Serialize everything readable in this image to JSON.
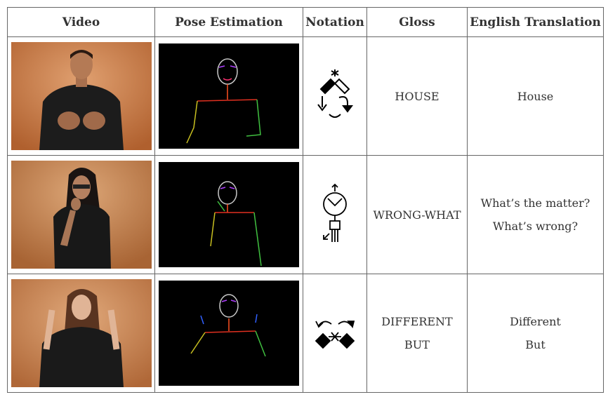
{
  "headers": {
    "video": "Video",
    "pose": "Pose Estimation",
    "notation": "Notation",
    "gloss": "Gloss",
    "translation": "English Translation"
  },
  "rows": [
    {
      "gloss": [
        "HOUSE"
      ],
      "translation": [
        "House"
      ]
    },
    {
      "gloss": [
        "WRONG-WHAT"
      ],
      "translation": [
        "What’s the matter?",
        "What’s wrong?"
      ]
    },
    {
      "gloss": [
        "DIFFERENT",
        "BUT"
      ],
      "translation": [
        "Different",
        "But"
      ]
    }
  ],
  "colors": {
    "video_background": "#c97a45",
    "pose_background": "#000000",
    "border": "#666666"
  },
  "icons": {
    "row1_notation": "house-sign-notation-icon",
    "row2_notation": "wrong-what-sign-notation-icon",
    "row3_notation": "different-but-sign-notation-icon"
  }
}
